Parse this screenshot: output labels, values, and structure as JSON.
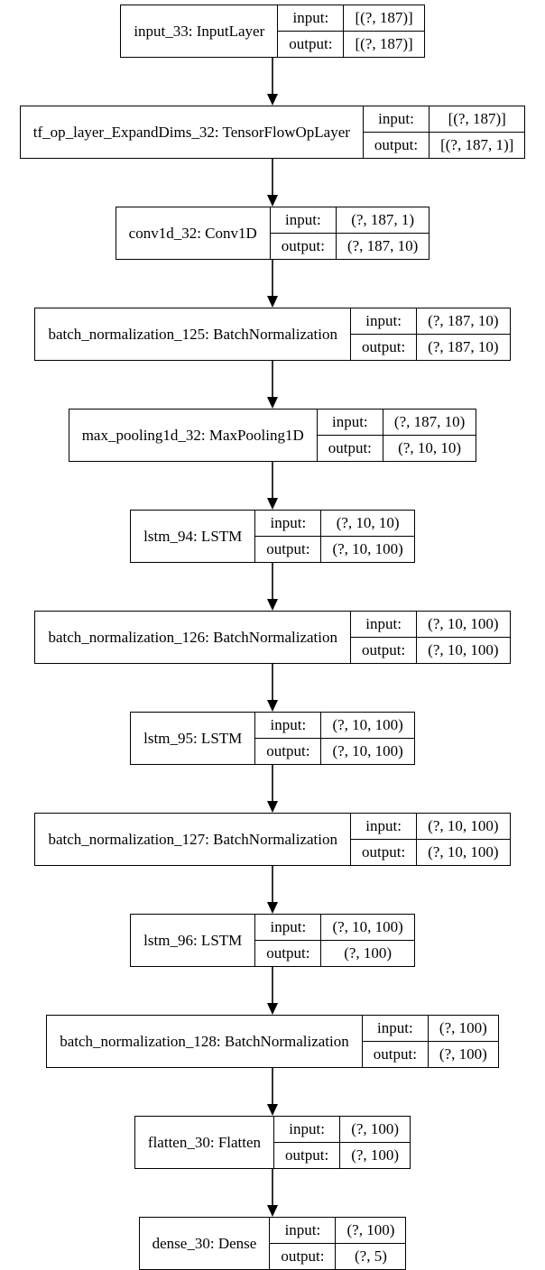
{
  "diagram": {
    "kind": "keras-model-architecture",
    "background_color": "#ffffff",
    "border_color": "#000000",
    "arrow_color": "#000000",
    "io_labels": {
      "input": "input:",
      "output": "output:"
    },
    "nodes": [
      {
        "name": "input_33: InputLayer",
        "input": "[(?, 187)]",
        "output": "[(?, 187)]"
      },
      {
        "name": "tf_op_layer_ExpandDims_32: TensorFlowOpLayer",
        "input": "[(?, 187)]",
        "output": "[(?, 187, 1)]"
      },
      {
        "name": "conv1d_32: Conv1D",
        "input": "(?, 187, 1)",
        "output": "(?, 187, 10)"
      },
      {
        "name": "batch_normalization_125: BatchNormalization",
        "input": "(?, 187, 10)",
        "output": "(?, 187, 10)"
      },
      {
        "name": "max_pooling1d_32: MaxPooling1D",
        "input": "(?, 187, 10)",
        "output": "(?, 10, 10)"
      },
      {
        "name": "lstm_94: LSTM",
        "input": "(?, 10, 10)",
        "output": "(?, 10, 100)"
      },
      {
        "name": "batch_normalization_126: BatchNormalization",
        "input": "(?, 10, 100)",
        "output": "(?, 10, 100)"
      },
      {
        "name": "lstm_95: LSTM",
        "input": "(?, 10, 100)",
        "output": "(?, 10, 100)"
      },
      {
        "name": "batch_normalization_127: BatchNormalization",
        "input": "(?, 10, 100)",
        "output": "(?, 10, 100)"
      },
      {
        "name": "lstm_96: LSTM",
        "input": "(?, 10, 100)",
        "output": "(?, 100)"
      },
      {
        "name": "batch_normalization_128: BatchNormalization",
        "input": "(?, 100)",
        "output": "(?, 100)"
      },
      {
        "name": "flatten_30: Flatten",
        "input": "(?, 100)",
        "output": "(?, 100)"
      },
      {
        "name": "dense_30: Dense",
        "input": "(?, 100)",
        "output": "(?, 5)"
      }
    ]
  }
}
